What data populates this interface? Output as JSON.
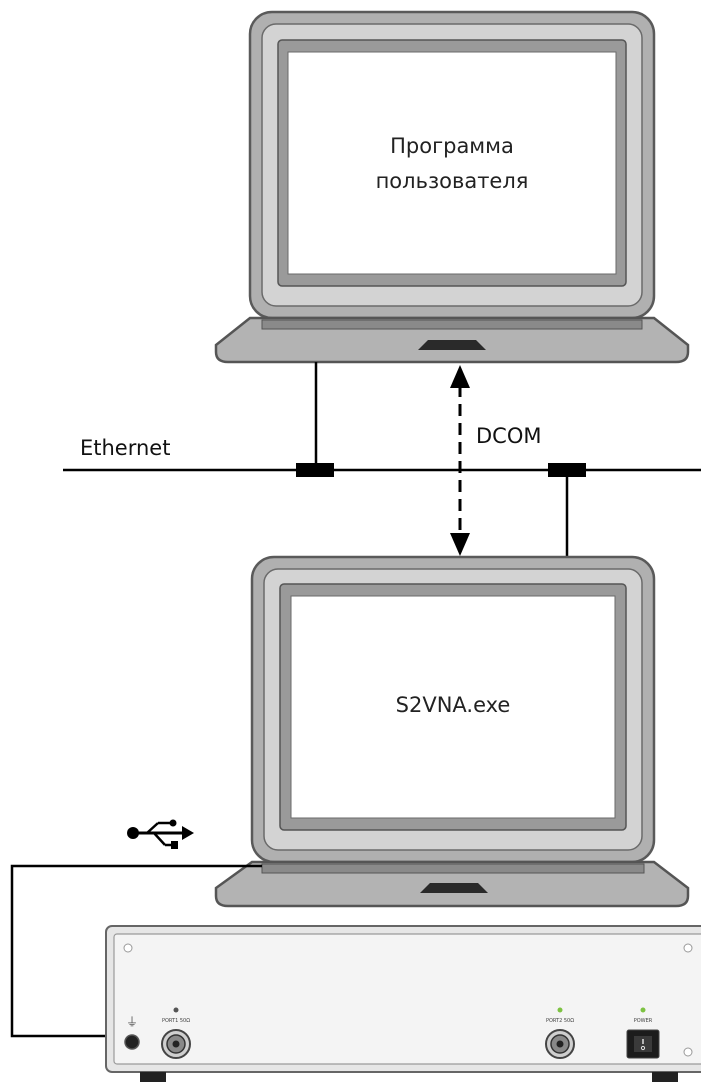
{
  "top_laptop": {
    "screen_line1": "Программа",
    "screen_line2": "пользователя"
  },
  "bottom_laptop": {
    "screen_text": "S2VNA.exe"
  },
  "network": {
    "ethernet_label": "Ethernet",
    "dcom_label": "DCOM"
  },
  "connection_icons": {
    "usb": "usb-icon"
  },
  "device": {
    "port1_label": "PORT1 50Ω",
    "port2_label": "PORT2 50Ω",
    "power_label": "POWER"
  },
  "colors": {
    "line": "#000000",
    "laptop_body": "#a9a9a9",
    "laptop_dark": "#555555",
    "screen": "#ffffff",
    "device_panel": "#f2f2f2",
    "led": "#7dc242"
  }
}
